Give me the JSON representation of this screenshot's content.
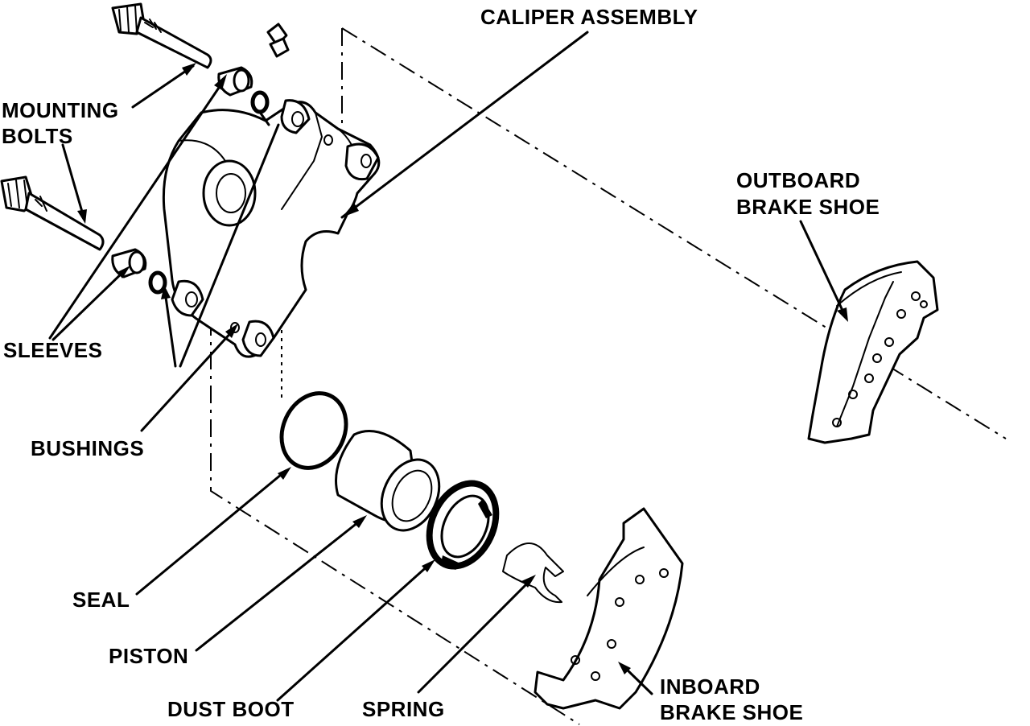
{
  "labels": {
    "caliper_assembly": "CALIPER ASSEMBLY",
    "mounting_bolts_line1": "MOUNTING",
    "mounting_bolts_line2": "BOLTS",
    "outboard_line1": "OUTBOARD",
    "outboard_line2": "BRAKE SHOE",
    "sleeves": "SLEEVES",
    "bushings": "BUSHINGS",
    "seal": "SEAL",
    "piston": "PISTON",
    "dust_boot": "DUST BOOT",
    "spring": "SPRING",
    "inboard_line1": "INBOARD",
    "inboard_line2": "BRAKE SHOE"
  }
}
